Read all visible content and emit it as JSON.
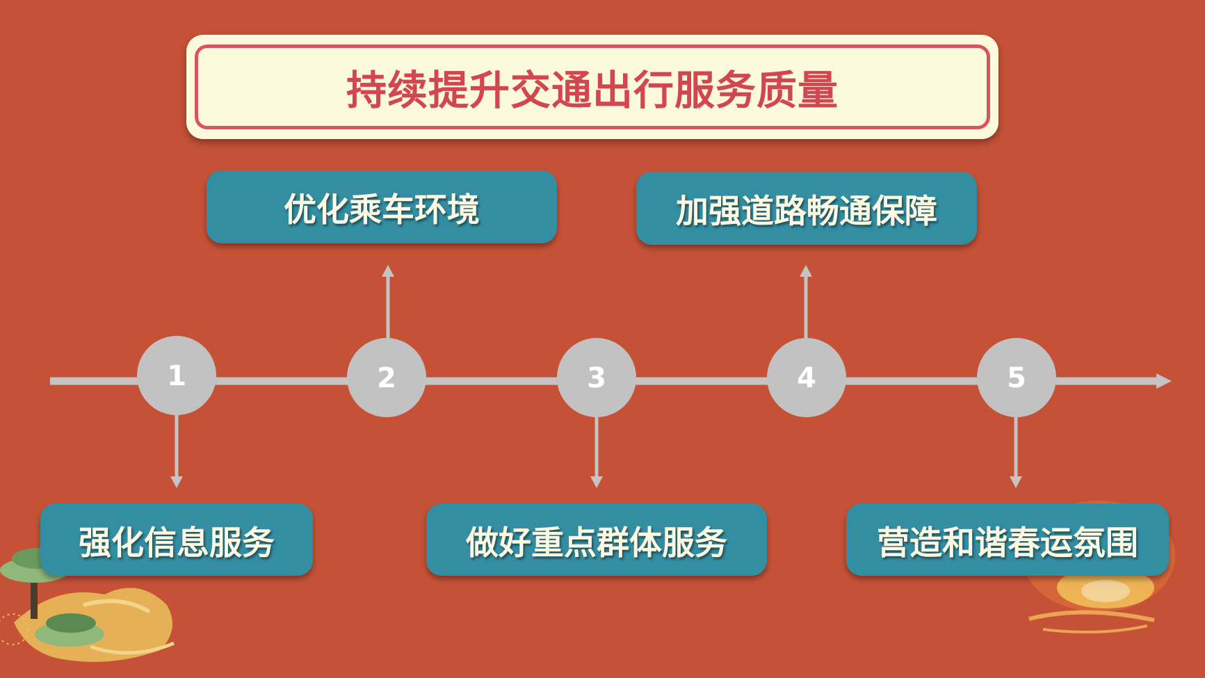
{
  "title": "持续提升交通出行服务质量",
  "nodes": [
    {
      "number": "1",
      "label": "强化信息服务",
      "direction": "down"
    },
    {
      "number": "2",
      "label": "优化乘车环境",
      "direction": "up"
    },
    {
      "number": "3",
      "label": "做好重点群体服务",
      "direction": "down"
    },
    {
      "number": "4",
      "label": "加强道路畅通保障",
      "direction": "up"
    },
    {
      "number": "5",
      "label": "营造和谐春运氛围",
      "direction": "down"
    }
  ],
  "colors": {
    "background": "#c55236",
    "title_panel": "#fcf9dd",
    "title_border": "#d9545f",
    "title_text": "#d2474f",
    "box_fill": "#338ea2",
    "box_text": "#fdf8e2",
    "timeline": "#c4c4c4"
  },
  "decorations": [
    "pine-tree-cloud-ornament",
    "lantern-ornament"
  ]
}
